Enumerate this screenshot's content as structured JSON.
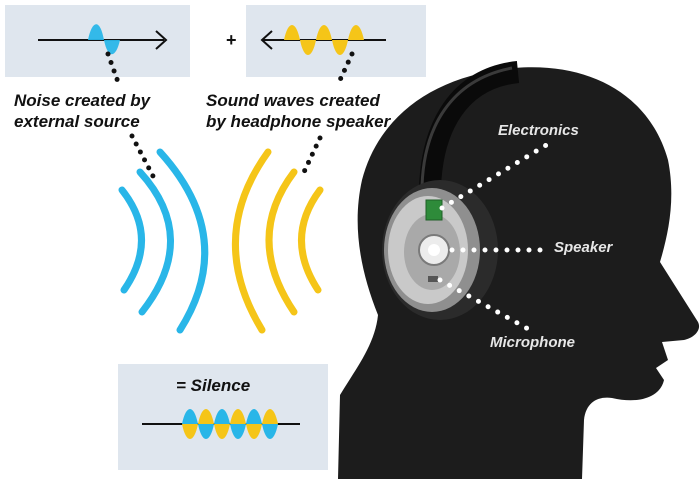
{
  "noise_label": [
    "Noise created by",
    "external source"
  ],
  "sound_label": [
    "Sound waves created",
    "by headphone speaker"
  ],
  "plus_symbol": "+",
  "result_label": "= Silence",
  "component_labels": {
    "electronics": "Electronics",
    "speaker": "Speaker",
    "microphone": "Microphone"
  },
  "colors": {
    "noise": "#29b6e8",
    "antinoise": "#f5c518",
    "head": "#1c1c1c",
    "panel": "#dfe6ee",
    "dots_dark": "#111111",
    "dots_light": "#ffffff"
  }
}
